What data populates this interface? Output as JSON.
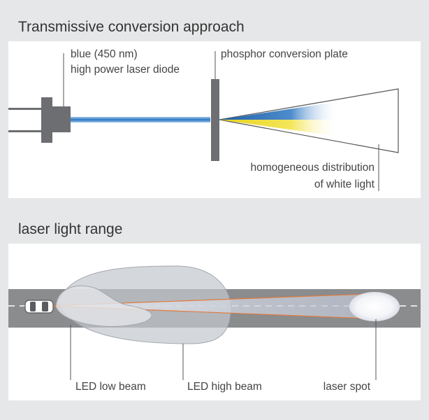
{
  "sections": {
    "top_title": "Transmissive conversion approach",
    "bottom_title": "laser light range"
  },
  "top_diagram": {
    "diode_label_line1": "blue (450 nm)",
    "diode_label_line2": "high power laser diode",
    "plate_label": "phosphor conversion plate",
    "output_label_line1": "homogeneous distribution",
    "output_label_line2": "of white light"
  },
  "bottom_diagram": {
    "low_beam_label": "LED low beam",
    "high_beam_label": "LED high beam",
    "laser_spot_label": "laser spot"
  },
  "colors": {
    "background": "#e6e7e8",
    "panel": "#ffffff",
    "component_gray": "#6d6e71",
    "laser_blue": "#3b7ec4",
    "phosphor_yellow": "#f2e43a",
    "beam_orange": "#e07a3c",
    "road": "#8a8c8e"
  }
}
